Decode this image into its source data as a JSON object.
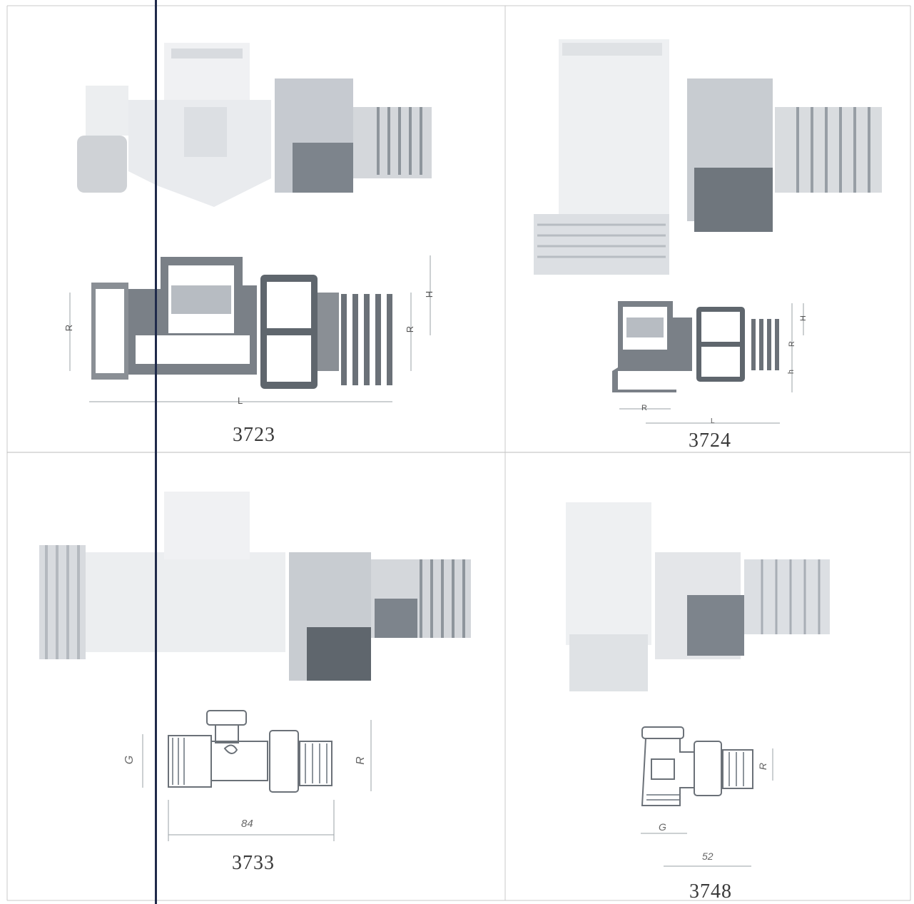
{
  "cells": [
    {
      "code": "3723",
      "dims": {
        "r_left": "R",
        "r_right": "R",
        "h": "H",
        "l": "L"
      }
    },
    {
      "code": "3724",
      "dims": {
        "h": "H",
        "r_right": "R",
        "h_small": "h",
        "r_bottom": "R",
        "l": "L"
      }
    },
    {
      "code": "3733",
      "dims": {
        "g": "G",
        "r": "R",
        "length": "84"
      }
    },
    {
      "code": "3748",
      "dims": {
        "r": "R",
        "g": "G",
        "length": "52"
      }
    }
  ]
}
